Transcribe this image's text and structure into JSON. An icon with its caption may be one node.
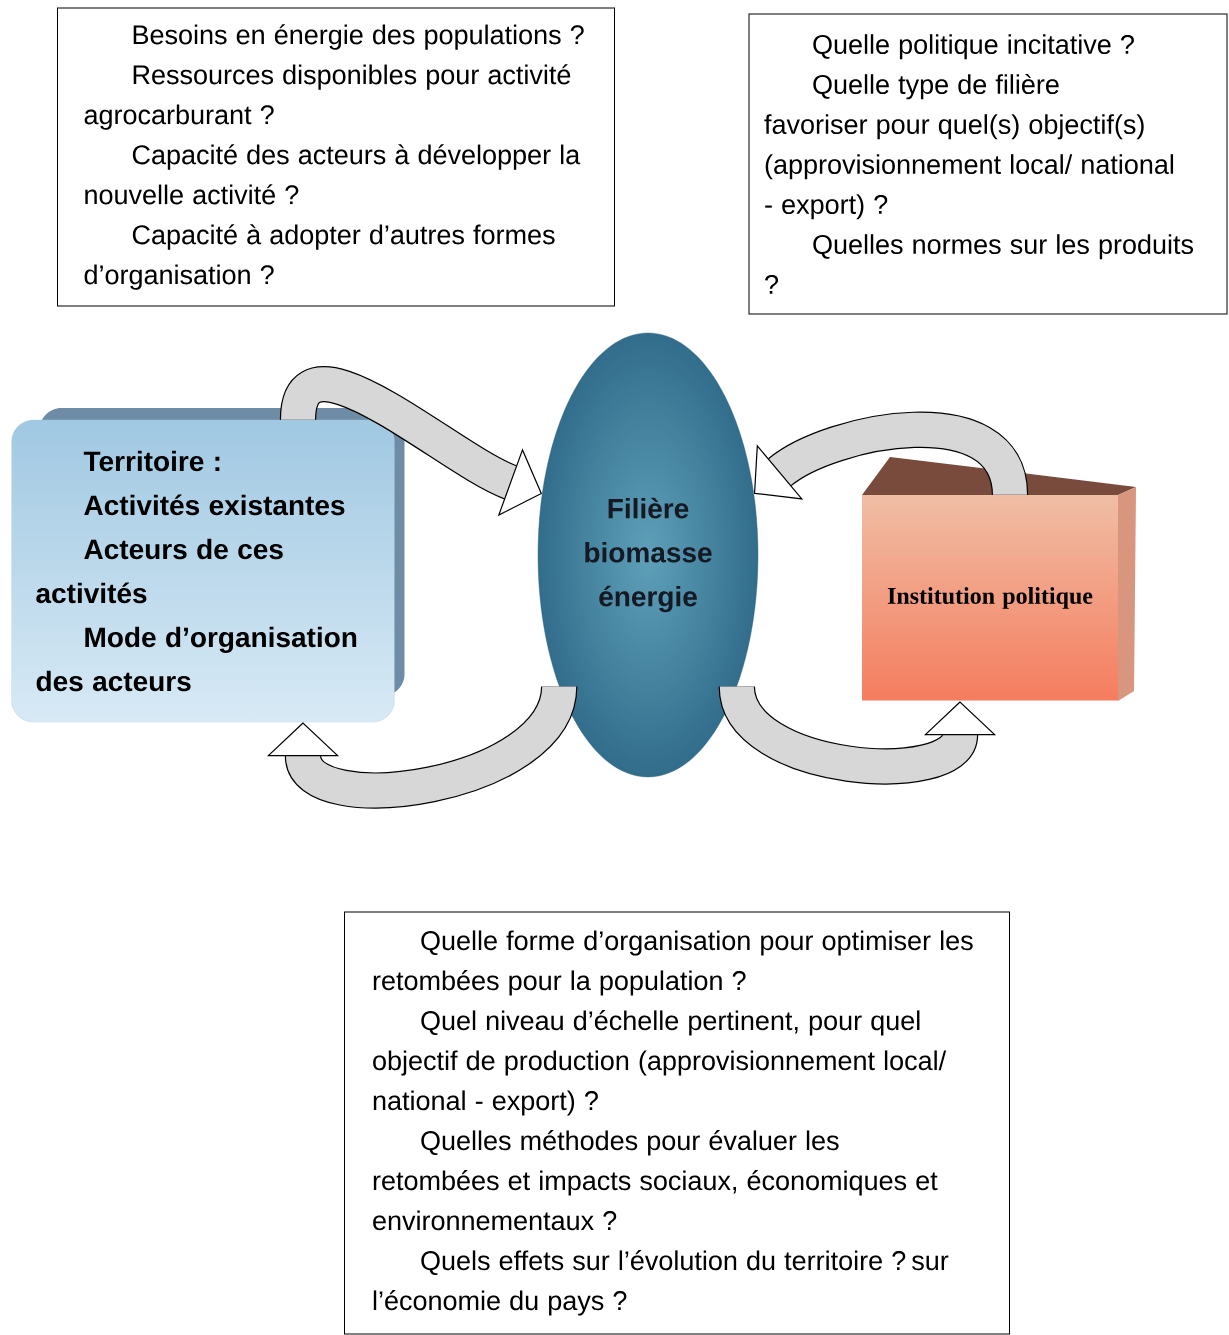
{
  "diagram": {
    "nodes": [
      {
        "text": [
          "Besoins en énergie des populations ?",
          "Ressources disponibles pour activité agrocarburant ?",
          "Capacité des acteurs à développer la nouvelle activité ?",
          "Capacité à adopter d’autres formes d’organisation ?"
        ]
      },
      {
        "text": [
          "Quelle politique incitative ?",
          "Quelle type de filière favoriser pour quel(s) objectif(s) (approvisionnement local/ national - export) ?",
          "Quelles normes sur les produits ?"
        ]
      },
      {
        "text": [
          "Territoire :",
          "Activités existantes",
          "Acteurs de ces activités",
          "Mode d’organisation des acteurs"
        ]
      },
      {
        "text": [
          "Filière biomasse énergie"
        ]
      },
      {
        "text": [
          "Institution politique"
        ]
      },
      {
        "text": [
          "Quelle forme d’organisation pour optimiser les retombées pour la population ?",
          "Quel niveau d’échelle pertinent, pour quel objectif de production (approvisionnement local/ national - export) ?",
          "Quelles méthodes pour évaluer les retombées et impacts sociaux, économiques et environnementaux ?",
          "Quels effets sur l’évolution du territoire ? sur l’économie du pays ?"
        ]
      }
    ],
    "edges": [
      {
        "from": 2,
        "to": 3,
        "arrow": "to"
      },
      {
        "from": 4,
        "to": 3,
        "arrow": "to"
      },
      {
        "from": 3,
        "to": 2,
        "arrow": "to"
      },
      {
        "from": 3,
        "to": 4,
        "arrow": "to"
      }
    ]
  }
}
